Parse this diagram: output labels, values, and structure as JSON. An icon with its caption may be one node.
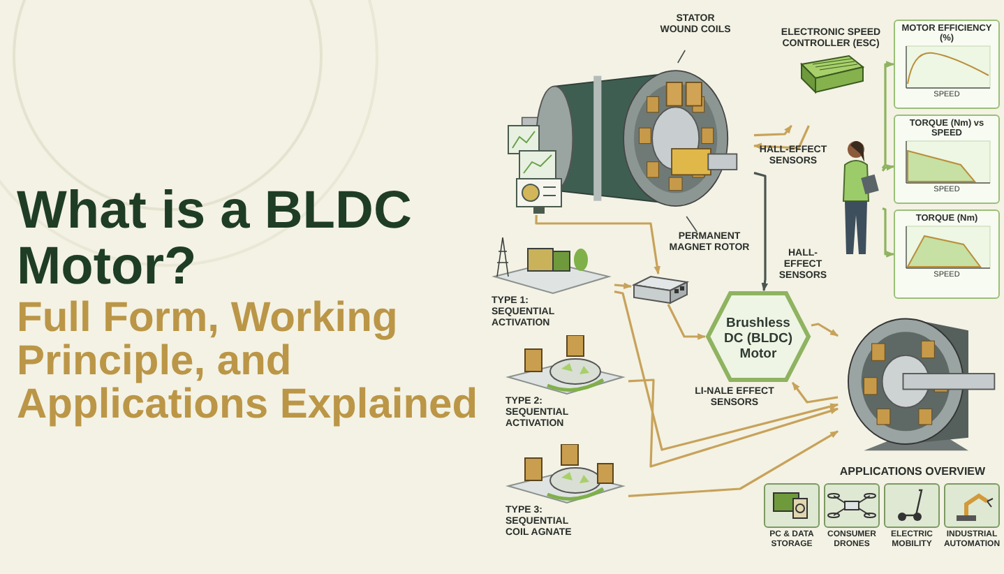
{
  "diagram": {
    "title": "What is a BLDC Motor?",
    "nodes": [
      {
        "text": [
          "STATOR WOUND COILS"
        ]
      },
      {
        "text": [],
        "shape": "picture"
      },
      {
        "text": [
          "ELECTRONIC SPEED CONTROLLER (ESC)"
        ]
      },
      {
        "text": [],
        "shape": "picture"
      },
      {
        "text": [],
        "shape": "person"
      },
      {
        "text": [
          "MOTOR EFFICIENCY (%)",
          "SPEED"
        ]
      },
      {
        "text": [
          "TORQUE (Nm) vs SPEED",
          "SPEED"
        ]
      },
      {
        "text": [
          "TORQUE (Nm)",
          "SPEED"
        ]
      },
      {
        "text": [
          "PERMANENT MAGNET ROTOR"
        ]
      },
      {
        "text": [],
        "shape": "box"
      },
      {
        "text": [
          "Brushless DC (BLDC) Motor"
        ]
      },
      {
        "text": [],
        "shape": "picture"
      },
      {
        "text": [],
        "shape": "picture",
        "beside": [
          "TYPE 1: SEQUENTIAL ACTIVATION"
        ]
      },
      {
        "text": [],
        "shape": "picture",
        "beside": [
          "TYPE 2: SEQUENTIAL ACTIVATION"
        ]
      },
      {
        "text": [],
        "shape": "picture",
        "beside": [
          "TYPE 3: SEQUENTIAL COIL AGNATE"
        ]
      },
      {
        "text": [
          "PC & DATA STORAGE"
        ]
      },
      {
        "text": [
          "CONSUMER DRONES"
        ]
      },
      {
        "text": [
          "ELECTRIC MOBILITY"
        ]
      },
      {
        "text": [
          "INDUSTRIAL AUTOMATION"
        ]
      }
    ],
    "edges": [
      {
        "from": 1,
        "to": 2,
        "arrow": "to"
      },
      {
        "from": 2,
        "to": 1,
        "arrow": "to"
      },
      {
        "from": 4,
        "to": 5,
        "arrow": "to",
        "color": "#8fb360"
      },
      {
        "from": 4,
        "to": 6,
        "arrow": "to",
        "color": "#8fb360"
      },
      {
        "from": 4,
        "to": 7,
        "arrow": "to",
        "color": "#8fb360"
      },
      {
        "from": 3,
        "to": 9,
        "arrow": "to"
      },
      {
        "from": 9,
        "to": 10,
        "arrow": "to"
      },
      {
        "from": 1,
        "to": 10,
        "arrow": "to",
        "color": "#4a5550",
        "label": "HALL-EFFECT SENSORS"
      },
      {
        "from": 10,
        "to": 11,
        "arrow": "to"
      },
      {
        "from": 11,
        "to": 10,
        "arrow": "to",
        "label": "LI-NALE EFFECT SENSORS"
      },
      {
        "from": 12,
        "to": 9,
        "arrow": "to"
      },
      {
        "from": 12,
        "to": 11,
        "arrow": "to"
      },
      {
        "from": 13,
        "to": 11,
        "arrow": "to"
      },
      {
        "from": 14,
        "to": 11,
        "arrow": "to"
      },
      {
        "from": 0,
        "to": 1,
        "arrow": "none",
        "color": "#4a4f4c"
      },
      {
        "from": 8,
        "to": 1,
        "arrow": "none",
        "color": "#4a4f4c"
      }
    ],
    "labels": [
      "Full Form, Working Principle, and Applications Explained",
      "HALL-EFFECT SENSORS",
      "APPLICATIONS OVERVIEW"
    ]
  }
}
